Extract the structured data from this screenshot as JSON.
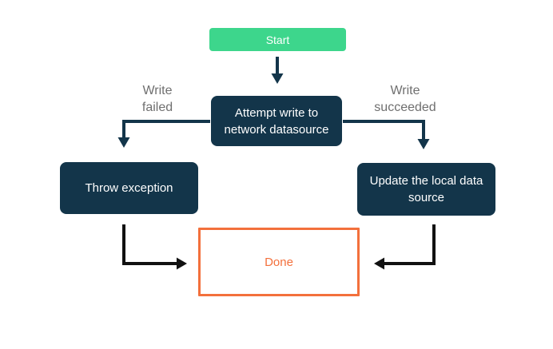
{
  "diagram": {
    "type": "flowchart",
    "nodes": {
      "start": {
        "label": "Start"
      },
      "attempt": {
        "label": "Attempt write to network datasource"
      },
      "throw": {
        "label": "Throw exception"
      },
      "update": {
        "label": "Update the local data source"
      },
      "done": {
        "label": "Done"
      }
    },
    "edge_labels": {
      "write_failed": {
        "line1": "Write",
        "line2": "failed"
      },
      "write_succeeded": {
        "line1": "Write",
        "line2": "succeeded"
      }
    },
    "edges": [
      {
        "from": "start",
        "to": "attempt",
        "label": ""
      },
      {
        "from": "attempt",
        "to": "throw",
        "label": "Write failed"
      },
      {
        "from": "attempt",
        "to": "update",
        "label": "Write succeeded"
      },
      {
        "from": "throw",
        "to": "done",
        "label": ""
      },
      {
        "from": "update",
        "to": "done",
        "label": ""
      }
    ],
    "colors": {
      "background": "#ffffff",
      "start_bg": "#3dd68c",
      "node_bg": "#13354a",
      "node_text": "#ffffff",
      "done_border": "#f3703c",
      "done_text": "#f3703c",
      "edge_label_text": "#6f6f6f",
      "arrow_top": "#13354a",
      "arrow_bottom": "#111111"
    }
  }
}
